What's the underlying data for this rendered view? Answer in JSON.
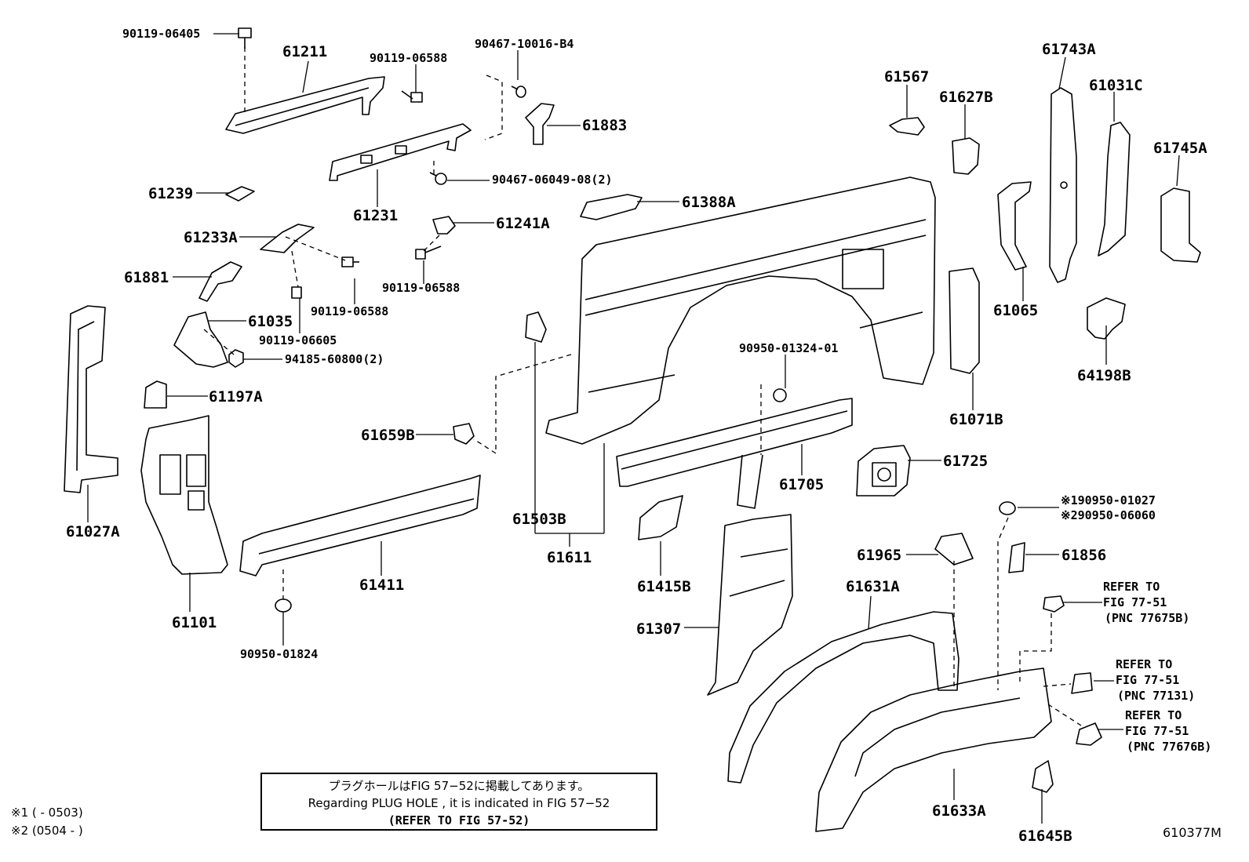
{
  "parts": {
    "p90119_06405": "90119-06405",
    "p61211": "61211",
    "p90119_06588a": "90119-06588",
    "p90467_10016": "90467-10016-B4",
    "p61883": "61883",
    "p90467_06049": "90467-06049-08(2)",
    "p61231": "61231",
    "p61239": "61239",
    "p61233A": "61233A",
    "p61241A": "61241A",
    "p90119_06588b": "90119-06588",
    "p61881": "61881",
    "p90119_06588c": "90119-06588",
    "p61035": "61035",
    "p90119_06605": "90119-06605",
    "p94185_60800": "94185-60800(2)",
    "p61197A": "61197A",
    "p61027A": "61027A",
    "p61101": "61101",
    "p61659B": "61659B",
    "p61411": "61411",
    "p90950_01824": "90950-01824",
    "p61503B": "61503B",
    "p61611": "61611",
    "p61388A": "61388A",
    "p61567": "61567",
    "p61627B": "61627B",
    "p61743A": "61743A",
    "p61031C": "61031C",
    "p61745A": "61745A",
    "p61065": "61065",
    "p64198B": "64198B",
    "p90950_01324": "90950-01324-01",
    "p61071B": "61071B",
    "p61705": "61705",
    "p61725": "61725",
    "p61415B": "61415B",
    "p61307": "61307",
    "p90950_01027": "※190950-01027",
    "p90950_06060": "※290950-06060",
    "p61965": "61965",
    "p61856": "61856",
    "p61631A": "61631A",
    "p61633A": "61633A",
    "p61645B": "61645B"
  },
  "refs": {
    "r1_line1": "REFER TO",
    "r1_line2": "FIG 77-51",
    "r1_line3": "(PNC 77675B)",
    "r2_line1": "REFER TO",
    "r2_line2": "FIG 77-51",
    "r2_line3": "(PNC 77131)",
    "r3_line1": "REFER TO",
    "r3_line2": "FIG 77-51",
    "r3_line3": "(PNC 77676B)"
  },
  "note": {
    "japanese": "プラグホールはFIG 57−52に掲載してあります。",
    "english": "Regarding PLUG HOLE , it is indicated in FIG 57−52",
    "refer": "(REFER TO FIG 57-52)"
  },
  "footnotes": {
    "f1": "※1 (        - 0503)",
    "f2": "※2 (0504 -        )"
  },
  "figure_id": "610377M"
}
